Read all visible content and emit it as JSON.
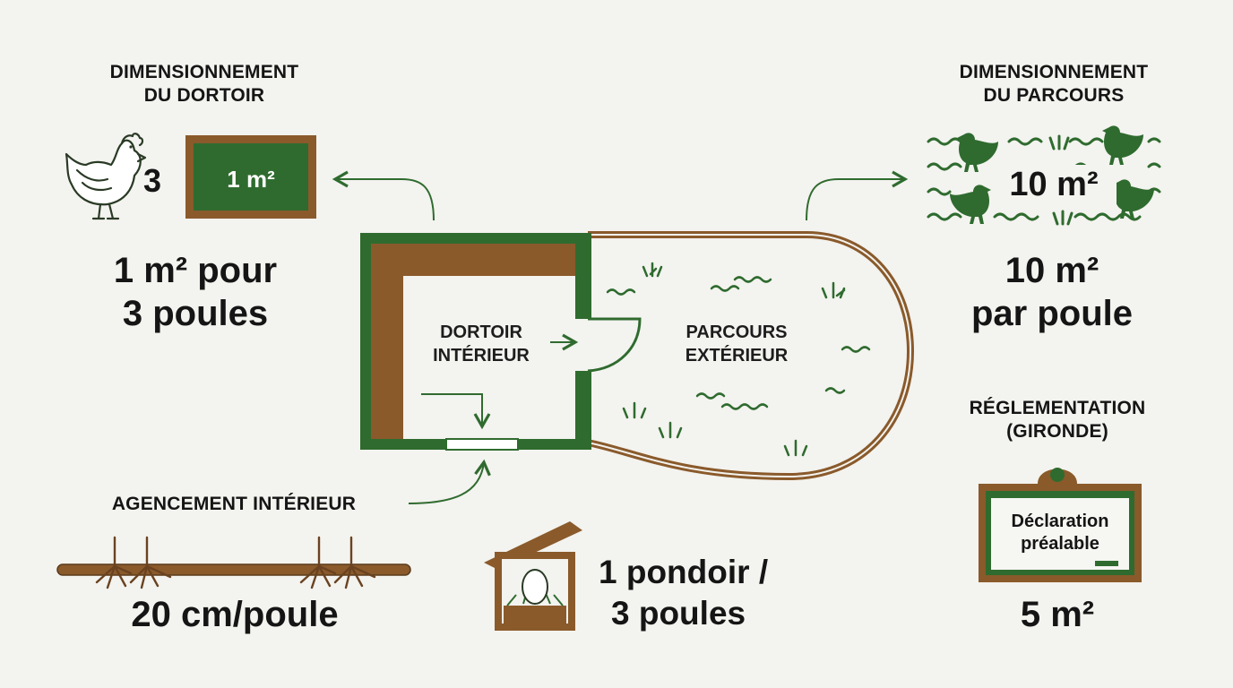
{
  "dortoir": {
    "title_line1": "DIMENSIONNEMENT",
    "title_line2": "DU DORTOIR",
    "hen_count": "3",
    "box_label": "1 m²",
    "rule_line1": "1 m² pour",
    "rule_line2": "3 poules"
  },
  "parcours": {
    "title_line1": "DIMENSIONNEMENT",
    "title_line2": "DU PARCOURS",
    "box_label": "10 m²",
    "rule_line1": "10 m²",
    "rule_line2": "par poule"
  },
  "plan": {
    "indoor_line1": "DORTOIR",
    "indoor_line2": "INTÉRIEUR",
    "outdoor_line1": "PARCOURS",
    "outdoor_line2": "EXTÉRIEUR"
  },
  "agencement": {
    "title": "AGENCEMENT INTÉRIEUR",
    "perch_rule": "20 cm/poule"
  },
  "pondoir": {
    "rule_line1": "1 pondoir /",
    "rule_line2": "3 poules"
  },
  "reglementation": {
    "title_line1": "RÉGLEMENTATION",
    "title_line2": "(GIRONDE)",
    "board_line1": "Déclaration",
    "board_line2": "préalable",
    "size": "5 m²"
  },
  "colors": {
    "green": "#2f6b2f",
    "brown": "#8a5a2b",
    "background": "#f3f3ef"
  }
}
